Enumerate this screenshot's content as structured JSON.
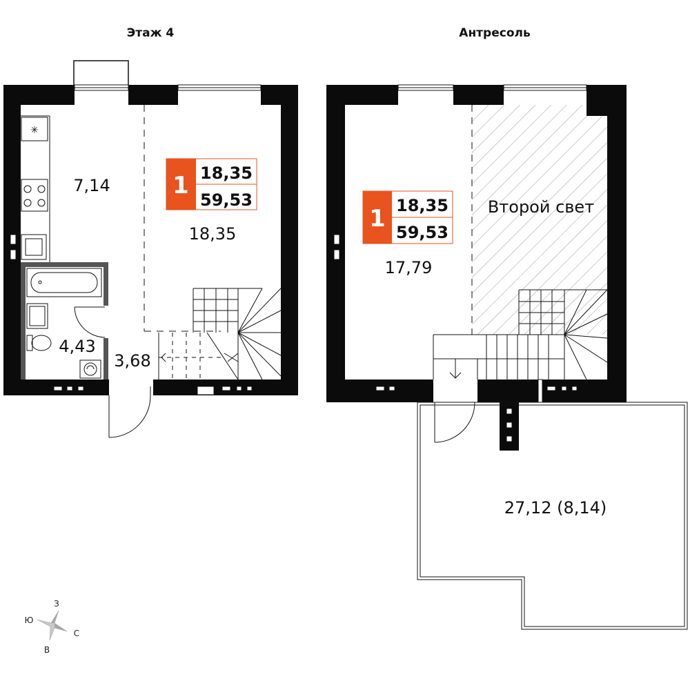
{
  "floors": [
    {
      "title": "Этаж 4"
    },
    {
      "title": "Антресоль"
    }
  ],
  "badge": {
    "rooms": "1",
    "living_area": "18,35",
    "total_area": "59,53",
    "color": "#e8531e"
  },
  "areas": {
    "kitchen": "7,14",
    "living_floor4": "18,35",
    "bathroom": "4,43",
    "hall": "3,68",
    "mezzanine": "17,79",
    "second_light": "Второй свет",
    "terrace": "27,12 (8,14)"
  },
  "compass": {
    "n": "З",
    "w": "Ю",
    "e": "С",
    "s": "В"
  }
}
